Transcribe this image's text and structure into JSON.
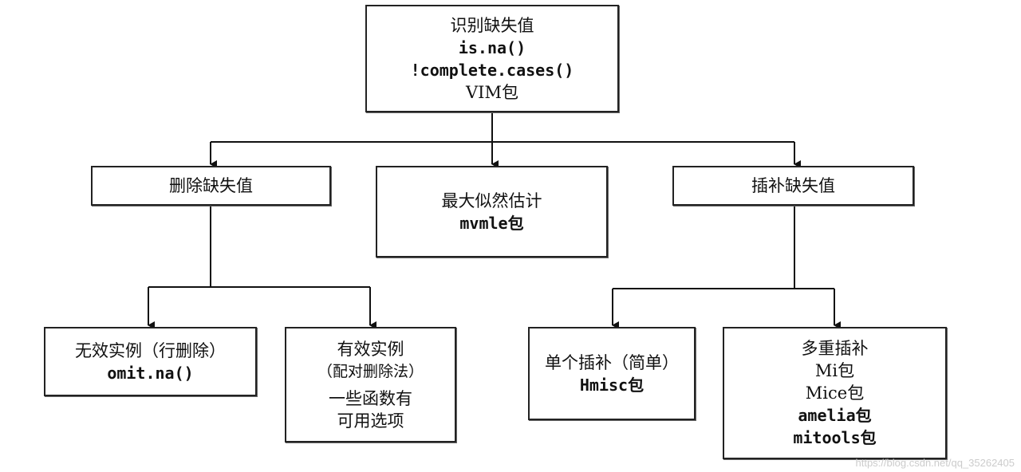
{
  "identify": {
    "title": "识别缺失值",
    "lines": [
      "is.na()",
      "!complete.cases()"
    ],
    "pkg": "VIM包"
  },
  "delete": {
    "title": "删除缺失值"
  },
  "mle": {
    "title": "最大似然估计",
    "pkg": "mvmle包"
  },
  "impute": {
    "title": "插补缺失值"
  },
  "listwise": {
    "title": "无效实例（行删除）",
    "func": "omit.na()"
  },
  "pairwise": {
    "title": "有效实例",
    "subtitle": "（配对删除法）",
    "note": [
      "一些函数有",
      "可用选项"
    ]
  },
  "single": {
    "title": "单个插补（简单）",
    "pkg": "Hmisc包"
  },
  "multiple": {
    "title": "多重插补",
    "pkgs": [
      "Mi包",
      "Mice包",
      "amelia包",
      "mitools包"
    ]
  },
  "watermark": "https://blog.csdn.net/qq_35262405"
}
